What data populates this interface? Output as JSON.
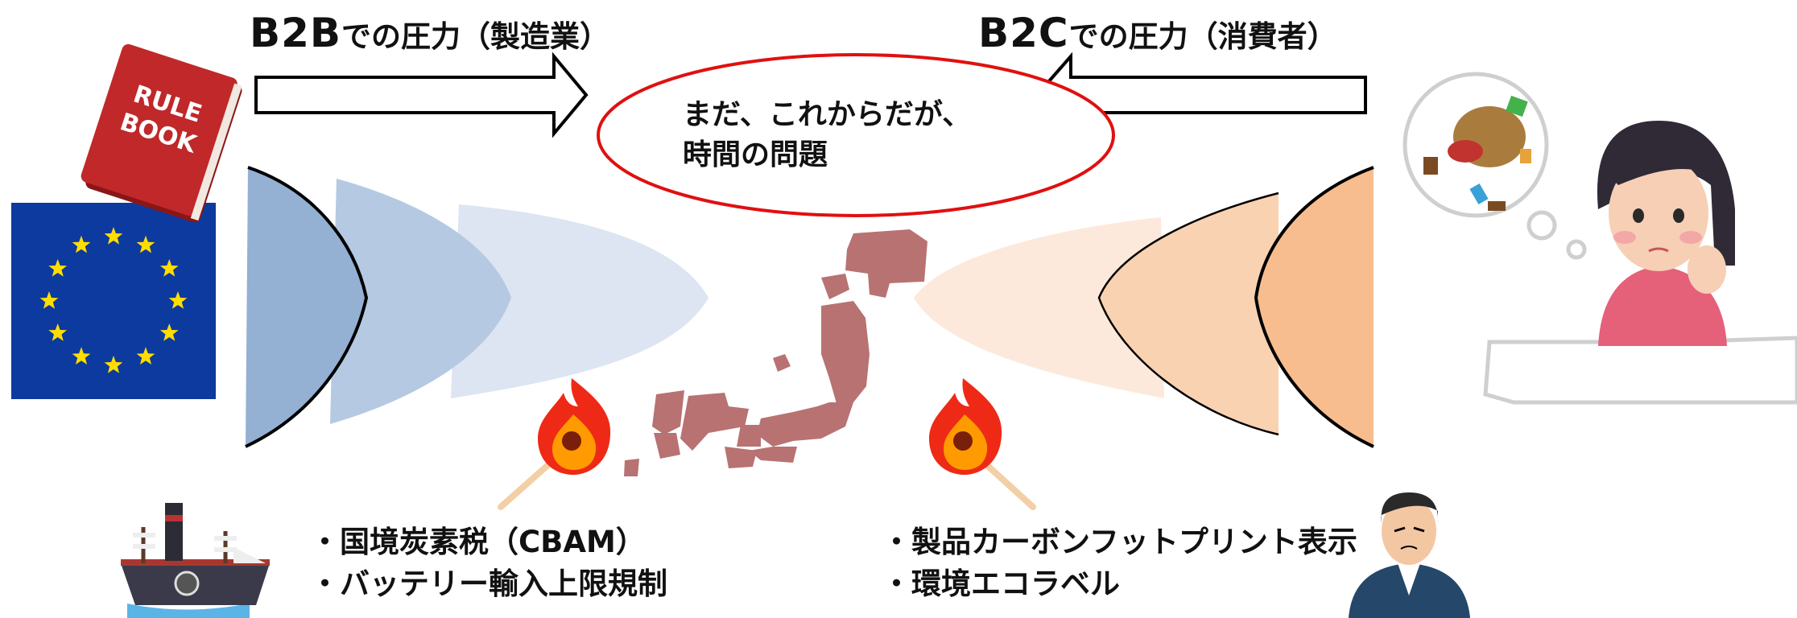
{
  "header_left": {
    "label_main": "B2B",
    "label_suffix": "での圧力（製造業）"
  },
  "header_right": {
    "label_main": "B2C",
    "label_suffix": "での圧力（消費者）"
  },
  "center_callout": {
    "line1": "まだ、これからだが、",
    "line2": "時間の問題"
  },
  "left_items": [
    "・国境炭素税（CBAM）",
    "・バッテリー輸入上限規制"
  ],
  "right_items": [
    "・製品カーボンフットプリント表示",
    "・環境エコラベル"
  ],
  "rulebook": {
    "line1": "RULE",
    "line2": "BOOK"
  },
  "colors": {
    "b2b_wave_dark": "#94b0d3",
    "b2b_wave_mid": "#b5c9e2",
    "b2b_wave_light": "#dce5f1",
    "b2c_wave_dark": "#f7bd8f",
    "b2c_wave_mid": "#f9d2b2",
    "b2c_wave_light": "#fde9db",
    "japan_map": "#b87272",
    "eu_blue": "#0d3a9e",
    "eu_star": "#ffdd00",
    "callout_border": "#e01010",
    "rulebook_red": "#c0282a"
  },
  "icons": [
    "eu-flag-icon",
    "rulebook-icon",
    "japan-map-icon",
    "match-flame-icon",
    "steamship-icon",
    "samurai-icon",
    "thinking-girl-icon"
  ]
}
